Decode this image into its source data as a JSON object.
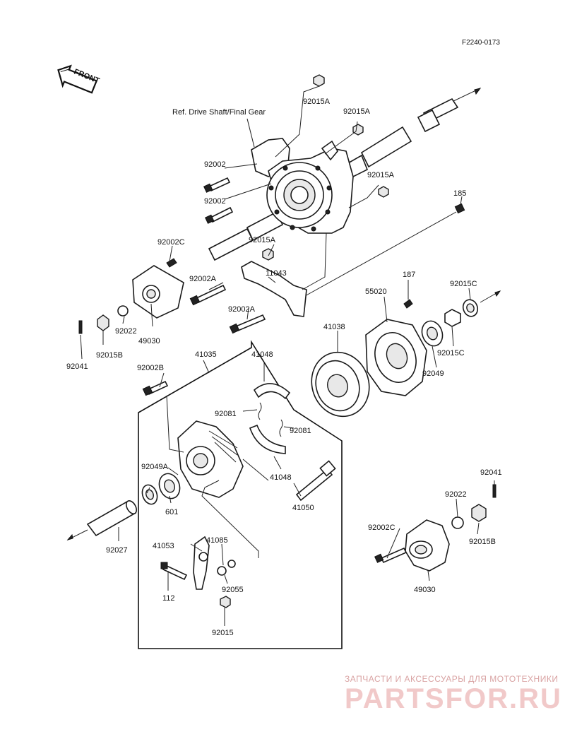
{
  "diagram_code": "F2240-0173",
  "front_label": "FRONT",
  "reference_note": "Ref. Drive Shaft/Final Gear",
  "callouts": {
    "c92015A_top": "92015A",
    "c92015A_2": "92015A",
    "c92015A_3": "92015A",
    "c92015A_4": "92015A",
    "c92002_a": "92002",
    "c92002_b": "92002",
    "c185": "185",
    "c92002C_left": "92002C",
    "c92002A_1": "92002A",
    "c11043": "11043",
    "c92002A_2": "92002A",
    "c187": "187",
    "c55020": "55020",
    "c92015C_1": "92015C",
    "c92015C_2": "92015C",
    "c41038": "41038",
    "c92049": "92049",
    "c92022_left": "92022",
    "c92015B_left": "92015B",
    "c49030_left": "49030",
    "c92041_left": "92041",
    "c41035": "41035",
    "c41048_top": "41048",
    "c92002B": "92002B",
    "c92081_1": "92081",
    "c92081_2": "92081",
    "c92049A": "92049A",
    "c41048_bottom": "41048",
    "c41050": "41050",
    "c601": "601",
    "c92041_right": "92041",
    "c92022_right": "92022",
    "c92002C_right": "92002C",
    "c92015B_right": "92015B",
    "c49030_right": "49030",
    "c92027": "92027",
    "c41053": "41053",
    "c41085": "41085",
    "c112": "112",
    "c92055": "92055",
    "c92015": "92015"
  },
  "watermark": {
    "tagline": "ЗАПЧАСТИ И АКСЕССУАРЫ ДЛЯ МОТОТЕХНИКИ",
    "brand": "PARTSFOR.RU"
  }
}
